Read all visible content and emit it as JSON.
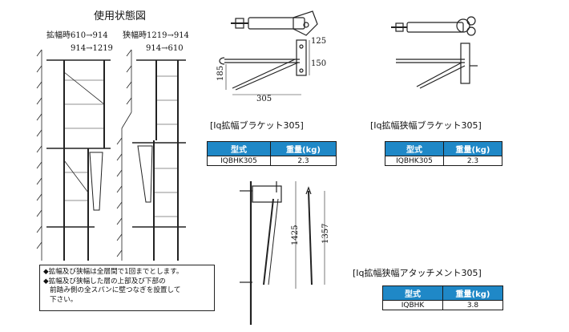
{
  "usage": {
    "title": "使用状態図",
    "left_label_1": "拡幅時610→914",
    "left_label_2": "914→1219",
    "right_label_1": "狭幅時1219→914",
    "right_label_2": "914→610"
  },
  "notes": {
    "line1": "◆拡幅及び狭幅は全層間で1回までとします。",
    "line2": "◆拡幅及び狭幅した層の上部及び下部の",
    "line3": "前踏み側の全スパンに壁つなぎを設置して",
    "line4": "下さい。"
  },
  "dims": {
    "d125": "125",
    "d150": "150",
    "d185": "185",
    "d305": "305",
    "d1425": "1425",
    "d1357": "1357"
  },
  "products": [
    {
      "caption": "[Iq拡幅ブラケット305]",
      "header_model": "型式",
      "header_weight": "重量(kg)",
      "model": "IQBHK305",
      "weight": "2.3"
    },
    {
      "caption": "[Iq拡幅狭幅ブラケット305]",
      "header_model": "型式",
      "header_weight": "重量(kg)",
      "model": "IQBHK305",
      "weight": "2.3"
    },
    {
      "caption": "[Iq拡幅狭幅アタッチメント305]",
      "header_model": "型式",
      "header_weight": "重量(kg)",
      "model": "IQBHK",
      "weight": "3.8"
    }
  ],
  "colors": {
    "table_header": "#1f88c7",
    "line": "#222222"
  }
}
